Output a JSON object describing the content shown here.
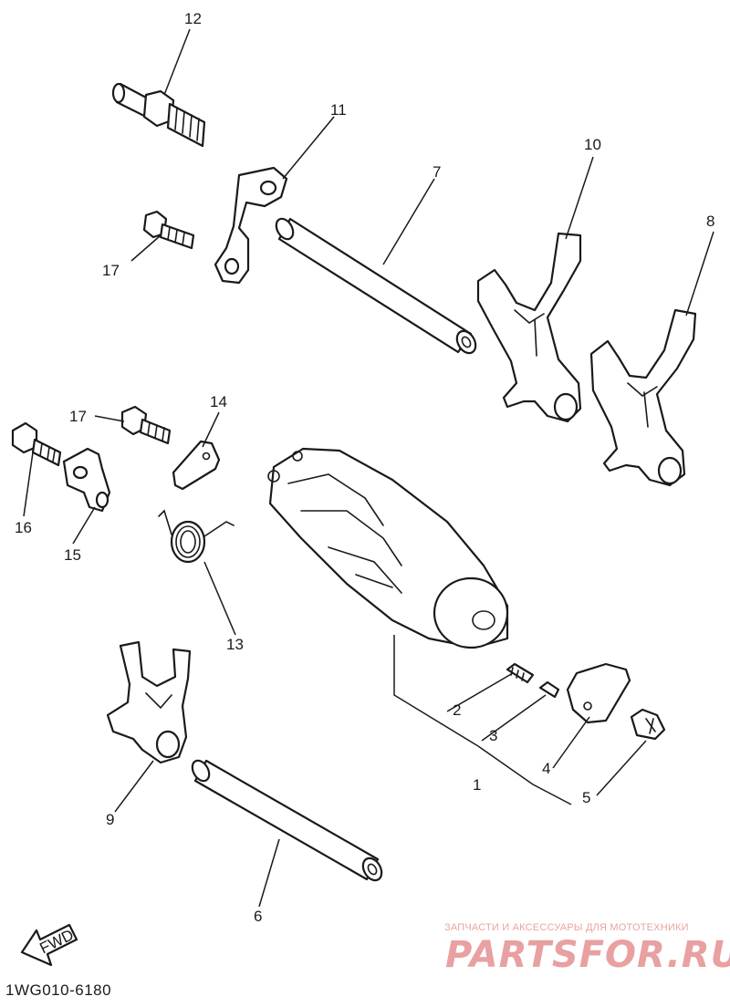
{
  "diagram": {
    "callouts": {
      "c1": "1",
      "c2": "2",
      "c3": "3",
      "c4": "4",
      "c5": "5",
      "c6": "6",
      "c7": "7",
      "c8": "8",
      "c9": "9",
      "c10": "10",
      "c11": "11",
      "c12": "12",
      "c13": "13",
      "c14": "14",
      "c15": "15",
      "c16": "16",
      "c17a": "17",
      "c17b": "17"
    },
    "fwd_label": "FWD",
    "figure_code": "1WG010-6180"
  },
  "watermark": {
    "tagline": "ЗАПЧАСТИ И АКСЕССУАРЫ ДЛЯ МОТОТЕХНИКИ",
    "logo": "PARTSFOR.RU"
  },
  "colors": {
    "ink": "#1a1a1a",
    "watermark": "#e8a0a0"
  }
}
